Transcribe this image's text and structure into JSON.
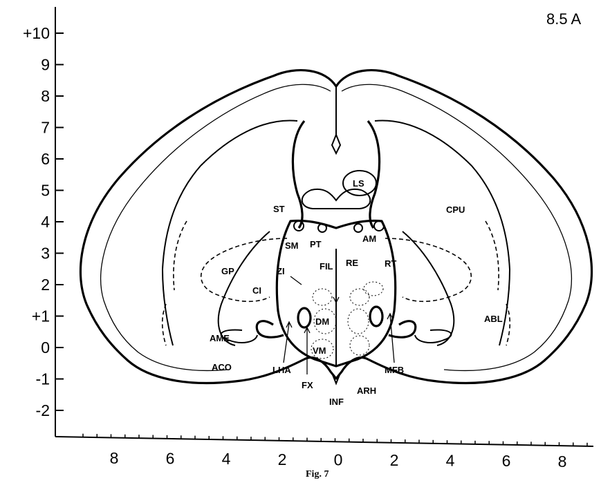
{
  "plate_label": "8.5 A",
  "figure_caption": "Fig. 7",
  "axes": {
    "y_ticks": [
      "+10",
      "9",
      "8",
      "7",
      "6",
      "5",
      "4",
      "3",
      "2",
      "+1",
      "0",
      "-1",
      "-2"
    ],
    "x_ticks": [
      "8",
      "6",
      "4",
      "2",
      "0",
      "2",
      "4",
      "6",
      "8"
    ]
  },
  "structure_labels": {
    "LS": "LS",
    "ST": "ST",
    "CPU": "CPU",
    "SM": "SM",
    "PT": "PT",
    "AM": "AM",
    "GP": "GP",
    "ZI": "ZI",
    "FIL": "FIL",
    "RE": "RE",
    "RT": "RT",
    "CI": "CI",
    "DM": "DM",
    "VM": "VM",
    "ABL": "ABL",
    "AME": "AME",
    "ACO": "ACO",
    "LHA": "LHA",
    "FX": "FX",
    "INF": "INF",
    "ARH": "ARH",
    "MFB": "MFB"
  }
}
